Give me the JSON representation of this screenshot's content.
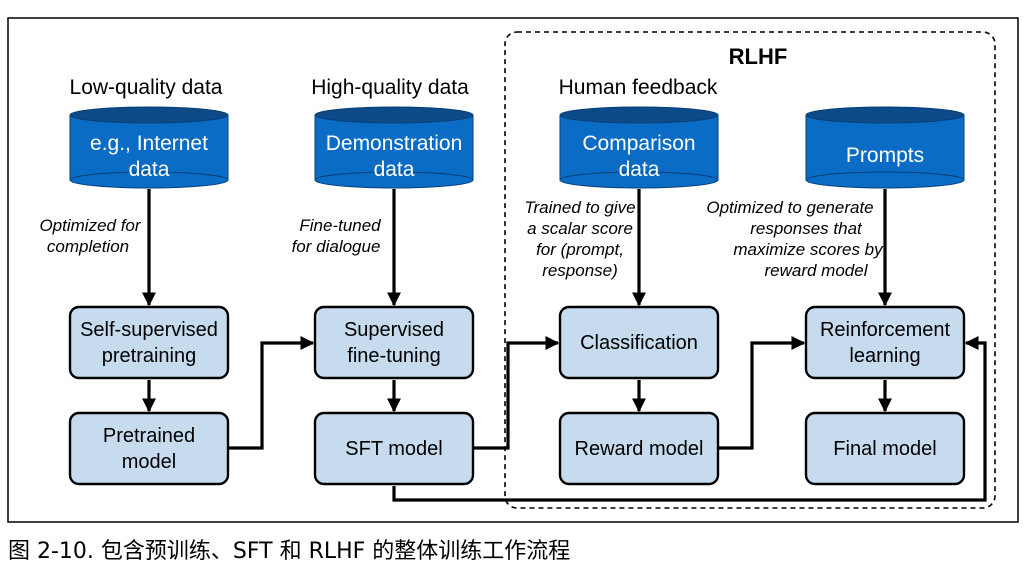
{
  "rlhf_label": "RLHF",
  "headers": {
    "low": "Low-quality data",
    "high": "High-quality data",
    "human": "Human feedback"
  },
  "cylinders": {
    "internet": [
      "e.g., Internet",
      "data"
    ],
    "demonstration": [
      "Demonstration",
      "data"
    ],
    "comparison": [
      "Comparison",
      "data"
    ],
    "prompts": [
      "Prompts"
    ]
  },
  "notes": {
    "optimized_completion": [
      "Optimized for",
      "completion"
    ],
    "fine_tuned_dialogue": [
      "Fine-tuned",
      "for dialogue"
    ],
    "trained_scalar": [
      "Trained to give",
      "a scalar score",
      "for (prompt,",
      "response)"
    ],
    "optimized_generate": [
      "Optimized to generate",
      "responses that",
      "maximize scores by",
      "reward model"
    ]
  },
  "boxes": {
    "self_supervised": [
      "Self-supervised",
      "pretraining"
    ],
    "pretrained_model": [
      "Pretrained",
      "model"
    ],
    "supervised_ft": [
      "Supervised",
      "fine-tuning"
    ],
    "sft_model": [
      "SFT model"
    ],
    "classification": [
      "Classification"
    ],
    "reward_model": [
      "Reward model"
    ],
    "reinforcement": [
      "Reinforcement",
      "learning"
    ],
    "final_model": [
      "Final model"
    ]
  },
  "caption": "图 2-10. 包含预训练、SFT 和 RLHF 的整体训练工作流程"
}
